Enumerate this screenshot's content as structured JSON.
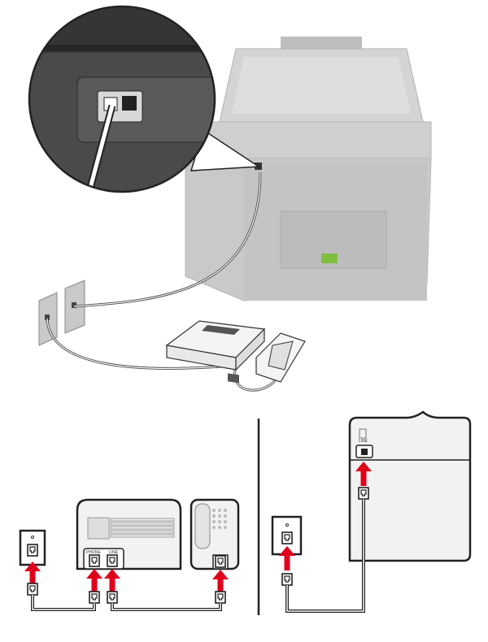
{
  "answering_machine_panel": {
    "phone_port_label": "PHONE",
    "line_port_label": "LINE"
  },
  "printer_panel": {
    "line_port_label": "LINE"
  },
  "colors": {
    "arrow": "#e0001b",
    "printer_body": "#c9c9c9",
    "device_fill": "#f2f2f2",
    "outline": "#222222",
    "closeup_dark": "#3a3a3a"
  }
}
